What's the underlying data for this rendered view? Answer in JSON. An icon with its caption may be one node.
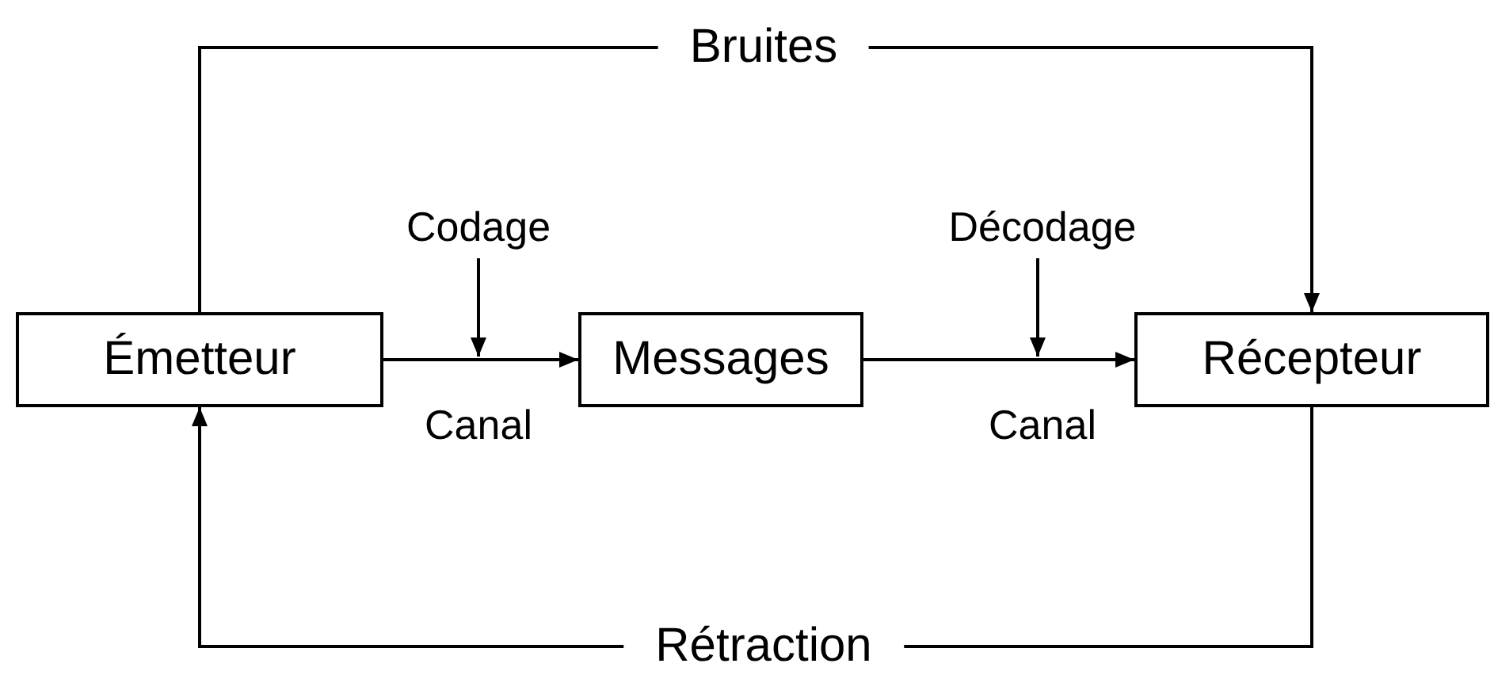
{
  "diagram": {
    "nodes": [
      {
        "text": [
          "Émetteur"
        ]
      },
      {
        "text": [
          "Messages"
        ]
      },
      {
        "text": [
          "Récepteur"
        ]
      },
      {
        "text": [
          "Codage"
        ]
      },
      {
        "text": [
          "Décodage"
        ]
      }
    ],
    "edges": [
      {
        "from": 0,
        "to": 1,
        "arrow": "to",
        "label": "Canal"
      },
      {
        "from": 1,
        "to": 2,
        "arrow": "to",
        "label": "Canal"
      },
      {
        "from": 0,
        "to": 2,
        "arrow": "to",
        "label": "Bruites"
      },
      {
        "from": 2,
        "to": 0,
        "arrow": "to",
        "label": "Rétraction"
      },
      {
        "from": 3,
        "to": null,
        "arrow": "to"
      },
      {
        "from": 4,
        "to": null,
        "arrow": "to"
      }
    ]
  }
}
